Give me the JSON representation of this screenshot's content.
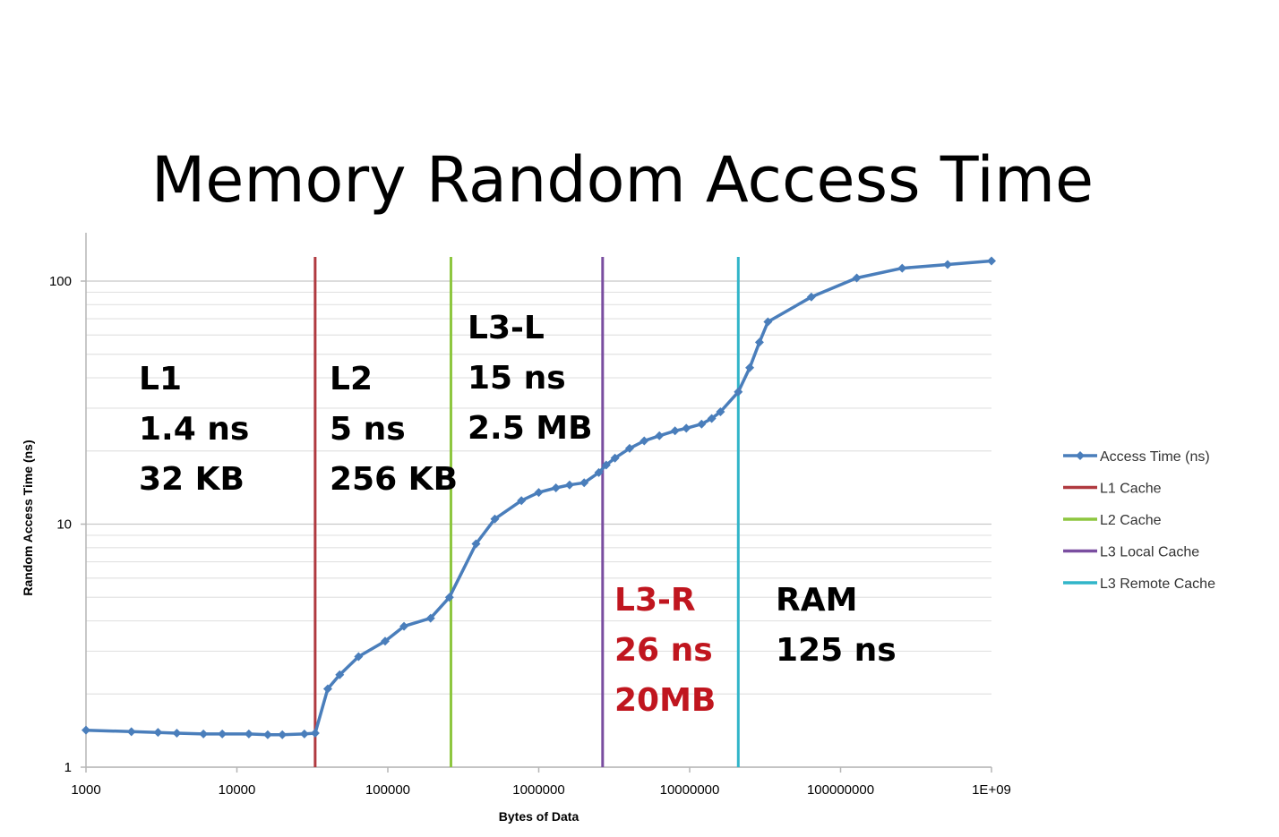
{
  "chart_data": {
    "type": "line",
    "title": "Memory Random Access Time",
    "xlabel": "Bytes of Data",
    "ylabel": "Random Access Time (ns)",
    "x_scale": "log",
    "y_scale": "log",
    "xlim": [
      1000,
      1000000000
    ],
    "ylim": [
      1,
      160
    ],
    "x_tick_labels": [
      "1000",
      "10000",
      "100000",
      "1000000",
      "10000000",
      "100000000",
      "1E+09"
    ],
    "y_tick_labels": [
      "1",
      "10",
      "100"
    ],
    "grid": true,
    "legend_position": "right",
    "series": [
      {
        "name": "Access Time (ns)",
        "color": "#4a7ebb",
        "points": [
          [
            1000,
            1.42
          ],
          [
            2000,
            1.4
          ],
          [
            3000,
            1.39
          ],
          [
            4000,
            1.38
          ],
          [
            6000,
            1.37
          ],
          [
            8000,
            1.37
          ],
          [
            12000,
            1.37
          ],
          [
            16000,
            1.36
          ],
          [
            20000,
            1.36
          ],
          [
            28000,
            1.37
          ],
          [
            33000,
            1.38
          ],
          [
            40000,
            2.1
          ],
          [
            48000,
            2.4
          ],
          [
            64000,
            2.85
          ],
          [
            96000,
            3.3
          ],
          [
            128000,
            3.8
          ],
          [
            192000,
            4.1
          ],
          [
            256000,
            5.0
          ],
          [
            384000,
            8.3
          ],
          [
            512000,
            10.5
          ],
          [
            768000,
            12.5
          ],
          [
            1000000,
            13.5
          ],
          [
            1300000,
            14.1
          ],
          [
            1600000,
            14.5
          ],
          [
            2000000,
            14.8
          ],
          [
            2500000,
            16.3
          ],
          [
            2800000,
            17.5
          ],
          [
            3200000,
            18.7
          ],
          [
            4000000,
            20.5
          ],
          [
            5000000,
            22.0
          ],
          [
            6300000,
            23.1
          ],
          [
            8000000,
            24.2
          ],
          [
            9500000,
            24.8
          ],
          [
            12000000,
            25.8
          ],
          [
            14000000,
            27.2
          ],
          [
            16000000,
            29.0
          ],
          [
            21000000,
            35.0
          ],
          [
            25000000,
            44.0
          ],
          [
            29000000,
            56.0
          ],
          [
            33000000,
            68.0
          ],
          [
            64000000,
            86.0
          ],
          [
            128000000,
            103.0
          ],
          [
            256000000,
            113.0
          ],
          [
            512000000,
            117.0
          ],
          [
            1000000000,
            121.0
          ]
        ]
      }
    ],
    "vlines": [
      {
        "name": "L1 Cache",
        "x": 33000,
        "color": "#b03a40"
      },
      {
        "name": "L2 Cache",
        "x": 262000,
        "color": "#8dc63f"
      },
      {
        "name": "L3 Local Cache",
        "x": 2650000,
        "color": "#7a4ea0"
      },
      {
        "name": "L3 Remote Cache",
        "x": 21000000,
        "color": "#31b5c9"
      }
    ],
    "annotations": [
      {
        "lines": [
          "L1",
          "1.4 ns",
          "32 KB"
        ],
        "color": "#000000"
      },
      {
        "lines": [
          "L2",
          "5 ns",
          "256 KB"
        ],
        "color": "#000000"
      },
      {
        "lines": [
          "L3-L",
          "15 ns",
          "2.5 MB"
        ],
        "color": "#000000"
      },
      {
        "lines": [
          "L3-R",
          "26 ns",
          "20MB"
        ],
        "color": "#c0161f"
      },
      {
        "lines": [
          "RAM",
          "125 ns"
        ],
        "color": "#000000"
      }
    ]
  }
}
